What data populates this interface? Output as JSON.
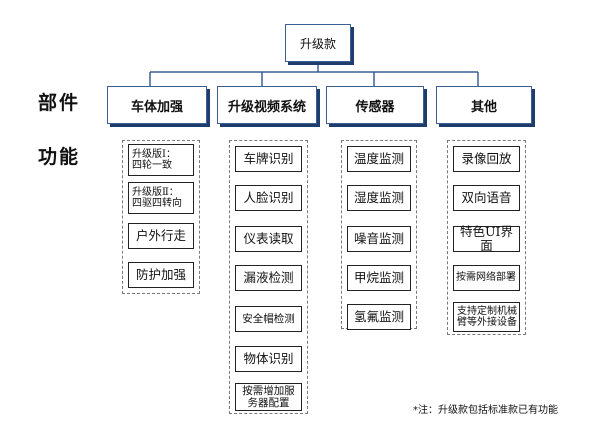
{
  "root": {
    "label": "升级款"
  },
  "row_labels": {
    "components": "部件",
    "functions": "功能"
  },
  "categories": [
    {
      "label": "车体加强",
      "items": [
        "升级版Ⅰ：\n四轮一致",
        "升级版Ⅱ：\n四驱四转向",
        "户外行走",
        "防护加强"
      ]
    },
    {
      "label": "升级视频系统",
      "items": [
        "车牌识别",
        "人脸识别",
        "仪表读取",
        "漏液检测",
        "安全帽检测",
        "物体识别",
        "按需增加服\n务器配置"
      ]
    },
    {
      "label": "传感器",
      "items": [
        "温度监测",
        "湿度监测",
        "噪音监测",
        "甲烷监测",
        "氢氟监测"
      ]
    },
    {
      "label": "其他",
      "items": [
        "录像回放",
        "双向语音",
        "特色UI界面",
        "按需网络部署",
        "支持定制机械\n臂等外接设备"
      ]
    }
  ],
  "footnote": "*注：升级款包括标准款已有功能"
}
